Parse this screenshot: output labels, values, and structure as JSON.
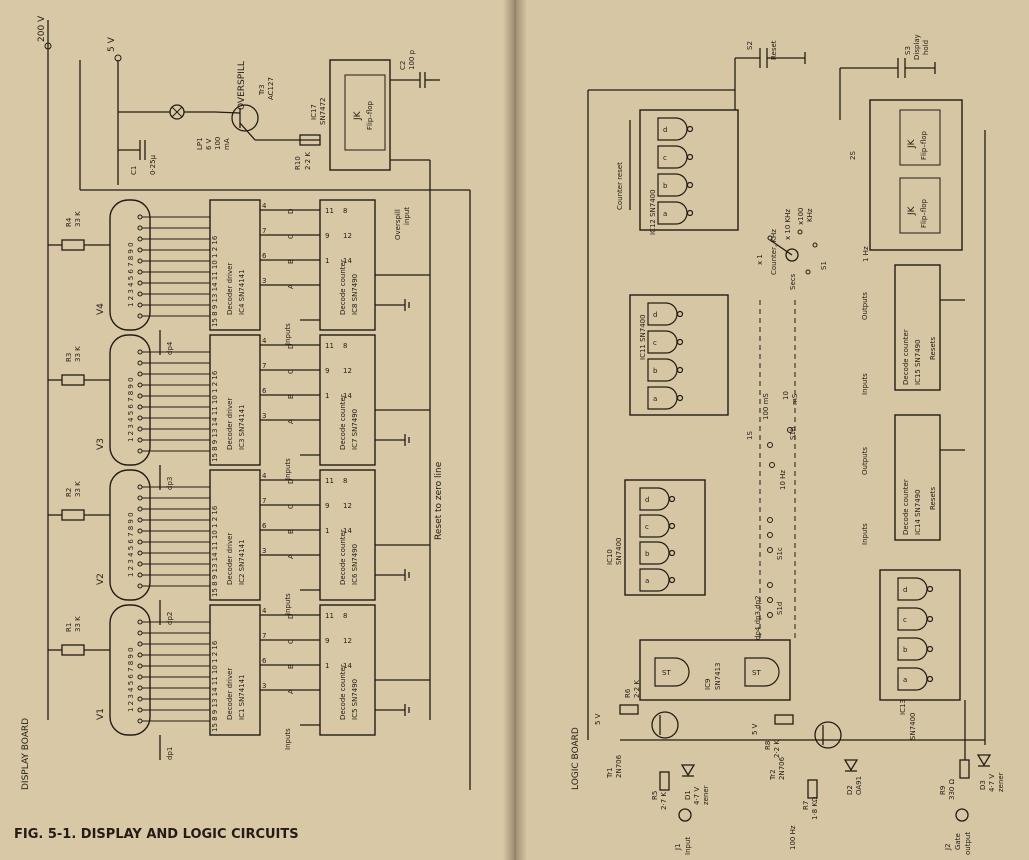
{
  "caption": "FIG. 5-1. DISPLAY AND LOGIC CIRCUITS",
  "display_board": {
    "title": "DISPLAY BOARD",
    "rails": {
      "v200": "200 V",
      "v5": "5 V"
    },
    "overspill": {
      "label": "OVERSPILL",
      "lamp": [
        "LP1",
        "6 V",
        "100",
        "mA"
      ],
      "transistor": [
        "Tr3",
        "AC127"
      ],
      "capacitor_c1": [
        "C1",
        "0·25μ"
      ],
      "resistor_r10": [
        "R10",
        "2·2 K"
      ],
      "ic17": [
        "IC17",
        "SN7472"
      ],
      "jk": [
        "JK",
        "Flip–flop"
      ],
      "capacitor_c2": [
        "C2",
        "100 p"
      ],
      "input_label": [
        "Overspill",
        "input"
      ]
    },
    "reset_label": "Reset to zero line",
    "pin_labels": {
      "p4": "4",
      "p7": "7",
      "p6": "6",
      "p3": "3",
      "p11": "11",
      "p8": "8",
      "p9": "9",
      "p12": "12",
      "p1": "1",
      "p14": "14",
      "p2": "2",
      "p16": "16",
      "p5": "5"
    },
    "bcd": {
      "a": "A",
      "b": "B",
      "c": "C",
      "d": "D"
    },
    "inputs_label": "Inputs",
    "tube_pins": "15 8 9 13 14 11 10 1 2 16",
    "digit_numbers": "1 2 3 4 5 6 7 8 9 0",
    "channels": [
      {
        "tube": "V1",
        "resistor": "R1",
        "res_value": "33 K",
        "driver_title": "Decoder driver",
        "driver_ic": "IC1 SN74141",
        "counter_title": "Decode counter",
        "counter_ic": "IC5 SN7490",
        "dp": "dp1"
      },
      {
        "tube": "V2",
        "resistor": "R2",
        "res_value": "33 K",
        "driver_title": "Decoder driver",
        "driver_ic": "IC2 SN74141",
        "counter_title": "Decode counter",
        "counter_ic": "IC6 SN7490",
        "dp": "dp2"
      },
      {
        "tube": "V3",
        "resistor": "R3",
        "res_value": "33 K",
        "driver_title": "Decoder driver",
        "driver_ic": "IC3 SN74141",
        "counter_title": "Decode counter",
        "counter_ic": "IC7 SN7490",
        "dp": "dp3"
      },
      {
        "tube": "V4",
        "resistor": "R4",
        "res_value": "33 K",
        "driver_title": "Decoder driver",
        "driver_ic": "IC4 SN74141",
        "counter_title": "Decode counter",
        "counter_ic": "IC8 SN7490",
        "dp": "dp4"
      }
    ]
  },
  "logic_board": {
    "title": "LOGIC BOARD",
    "switches": {
      "s2": [
        "S2",
        "Reset"
      ],
      "s3": [
        "S3",
        "Display",
        "hold"
      ]
    },
    "counter_reset": "Counter reset",
    "ic12": "IC12 SN7400",
    "ic11": "IC11 SN7400",
    "ic10": [
      "IC10",
      "SN7400"
    ],
    "ic9": [
      "IC9",
      "SN7413"
    ],
    "ic13": [
      "IC13",
      "SN7400"
    ],
    "jk": [
      "JK",
      "Flip–flop"
    ],
    "label_2s": "2S",
    "label_1hz": "1 Hz",
    "outputs": "Outputs",
    "inputs": "Inputs",
    "resets": "Resets",
    "ic15": [
      "Decode counter",
      "IC15 SN7490"
    ],
    "ic14": [
      "Decode counter",
      "IC14 SN7490"
    ],
    "s1": {
      "x1": "x 1",
      "counter": "Counter, KHz",
      "x10": "x 10 KHz",
      "x100": "x100",
      "khz": "KHz",
      "secs": "Secs",
      "name": "S1"
    },
    "timebase": {
      "ms100": "100 mS",
      "ms10": "10",
      "ms": "mS",
      "s1": "1S",
      "hz10": "10 Hz",
      "s1b": "S1b",
      "s1c": "S1c",
      "s1d": "S1d"
    },
    "dp_labels": "dp4 dp3 dp2",
    "st": "ST",
    "gates": {
      "a": "a",
      "b": "b",
      "c": "c",
      "d": "d"
    },
    "tr1": [
      "Tr1",
      "2N706"
    ],
    "tr2": [
      "Tr2",
      "2N706"
    ],
    "r5": [
      "R5",
      "2·7 K"
    ],
    "r6": [
      "R6",
      "2·2 K"
    ],
    "r7": [
      "R7",
      "1·8 KΩ"
    ],
    "r8": [
      "R8",
      "2·2 K"
    ],
    "r9": [
      "R9",
      "330 Ω"
    ],
    "d1": [
      "D1",
      "4·7 V",
      "zener"
    ],
    "d2": [
      "D2",
      "OA91"
    ],
    "d3": [
      "D3",
      "4·7 V",
      "zener"
    ],
    "j1": [
      "J1",
      "Input"
    ],
    "j2": [
      "J2",
      "Gate",
      "output"
    ],
    "hz100": "100 Hz",
    "v5": "5 V"
  },
  "colors": {
    "ink": "#231c14",
    "paper_left": "#d8c8a6",
    "paper_right": "#d6c6a4"
  }
}
